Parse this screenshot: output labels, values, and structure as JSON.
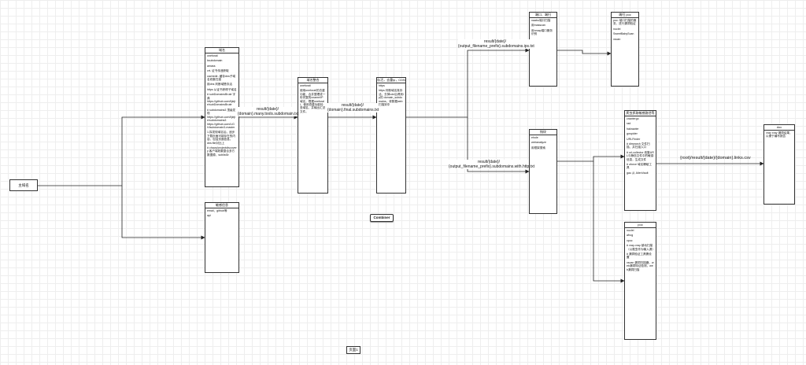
{
  "root": {
    "label": "主域名"
  },
  "nodes": {
    "subdomain": {
      "title": "域名",
      "items": [
        "oneforall",
        "ksubdomain",
        "amass",
        "crt- 证书传递获取",
        "cachedir- 缓存dns子域名收集扫描",
        "用dns 判断域是存活",
        "https 从证书获得子域名",
        "# subDomainsBrute 字典\nhttps://github.com/lijiejie/subDomainsBrute",
        "# subdomains3 顶级发现\nhttps://github.com/lijiejie/subdomains3\nhttps://github.com/LiGH/subdomain3-master",
        "1.探发现域名后，逐步下载页面可能存在的内容，包括页面信息。\ndns:file对比上",
        "# chaos/projectdiscovery 客户端收集整合多方数据源，sublist3r"
      ]
    },
    "merge": {
      "title": "域名整合",
      "items": [
        "oneforall",
        "使用oneforall的去重功能，合并整理成一份完整的cname/IP域名，根据oneforall，使用查重功能检查域名，并输出汇总文件。"
      ]
    },
    "alive": {
      "title": "存活，去重ip，CDN",
      "items": [
        "https",
        "https 判断域名真存活，去掉cdn后得到ip的 domain_subdomains，将数据web扫描到中"
      ]
    },
    "port": {
      "title": "端口、端扫",
      "items": [
        "naabu端口扫描",
        "用masscan",
        "用nmap端口服务识别"
      ]
    },
    "portpoc": {
      "title": "端扫 poc",
      "items": [
        "poc: 端口扫描的服务，进行漏洞验证",
        "nuclei",
        "SweetBabyScan",
        "xscan"
      ]
    },
    "fingerprint": {
      "title": "指纹",
      "items": [
        "ehole",
        "webanalyze",
        "用框架搜索"
      ]
    },
    "crawler": {
      "title": "爬虫抓取敏感路径等",
      "items": [
        "crawlergo",
        "rad",
        "hakrawler",
        "gospider",
        "URLFinder",
        "# dirsearch 文件扫描、并扫描入口",
        "# url-collector 收集URL与静态文件中的敏感信息，生成文件",
        "# uforce 域名爆破工具",
        "gau 从 AlienVault"
      ]
    },
    "poc": {
      "title": "poc",
      "items": [
        "nuclei",
        "afrog",
        "xpoc",
        "# xray-xray 被动扫描（以爬虫作为输入源）",
        "# 漏洞验证工具需设置",
        "xscan 漏洞扫描器，web漏洞特征检测，web漏洞扫描"
      ]
    },
    "sensitive": {
      "title": "敏感信息",
      "items": [
        "email、github等",
        "api"
      ]
    },
    "doc": {
      "title": "doc",
      "items": [
        "xray xray 漏洞结果，以便于编写报告"
      ]
    }
  },
  "edges": {
    "e1": {
      "line1": "result/{date}/",
      "line2": "{domain}.many.tools.subdomain.txt"
    },
    "e2": {
      "line1": "result/{date}/",
      "line2": "{domain}.final.subdomains.txt"
    },
    "e3": {
      "line1": "result/{date}/",
      "line2": "{output_filename_prefix}.subdomains.ips.txt"
    },
    "e4": {
      "line1": "result/{date}/",
      "line2": "{output_filename_prefix}.subdomains.with.http.txt"
    }
  },
  "output_path": "{root}/result/{date}/{domain}.links.csv",
  "combiner": {
    "label": "Combiner"
  },
  "footer": {
    "label": "页面1"
  }
}
